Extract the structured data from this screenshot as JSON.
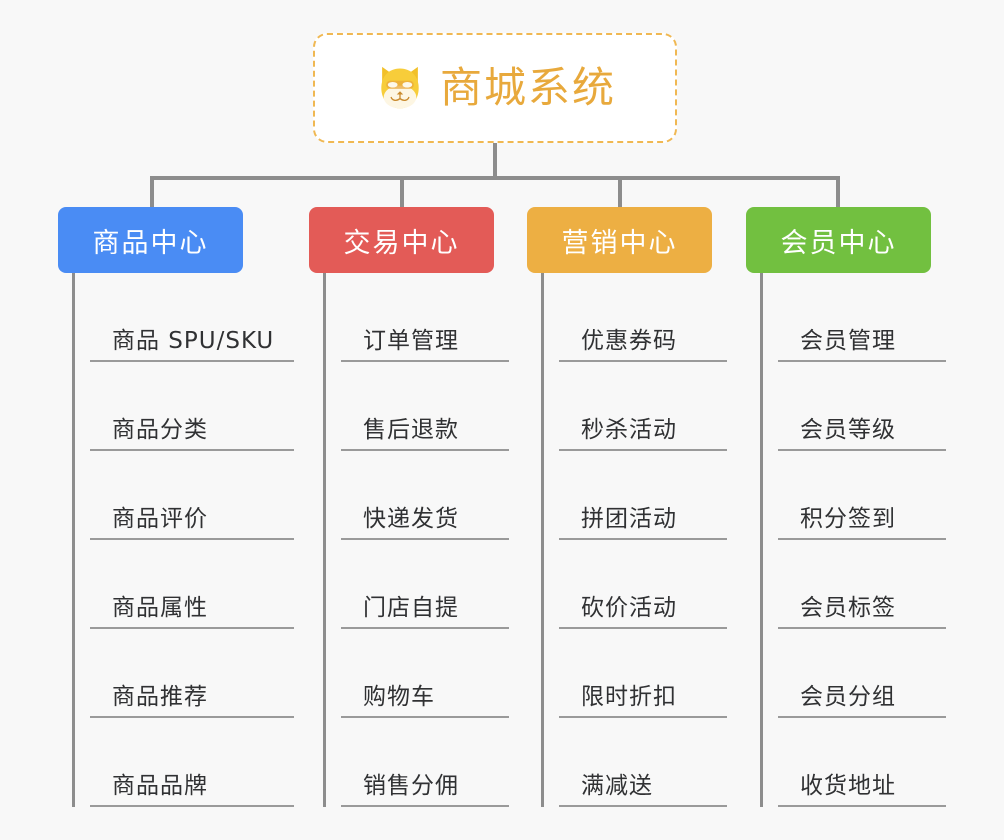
{
  "theme": {
    "background": "#f8f8f8",
    "connector_color": "#8d8d8d",
    "leaf_rule_color": "#9a9a9a",
    "leaf_text_color": "#303133",
    "root_border_color": "#f0b852",
    "root_title_color": "#e8a93c"
  },
  "root": {
    "title": "商城系统",
    "icon": "dog-face-emoji"
  },
  "columns": [
    {
      "title": "商品中心",
      "color": "#4a8cf4",
      "items": [
        {
          "label": "商品 SPU/SKU"
        },
        {
          "label": "商品分类"
        },
        {
          "label": "商品评价"
        },
        {
          "label": "商品属性"
        },
        {
          "label": "商品推荐"
        },
        {
          "label": "商品品牌"
        }
      ]
    },
    {
      "title": "交易中心",
      "color": "#e35b57",
      "items": [
        {
          "label": "订单管理"
        },
        {
          "label": "售后退款"
        },
        {
          "label": "快递发货"
        },
        {
          "label": "门店自提"
        },
        {
          "label": "购物车"
        },
        {
          "label": "销售分佣"
        }
      ]
    },
    {
      "title": "营销中心",
      "color": "#edaf43",
      "items": [
        {
          "label": "优惠券码"
        },
        {
          "label": "秒杀活动"
        },
        {
          "label": "拼团活动"
        },
        {
          "label": "砍价活动"
        },
        {
          "label": "限时折扣"
        },
        {
          "label": "满减送"
        }
      ]
    },
    {
      "title": "会员中心",
      "color": "#72c040",
      "items": [
        {
          "label": "会员管理"
        },
        {
          "label": "会员等级"
        },
        {
          "label": "积分签到"
        },
        {
          "label": "会员标签"
        },
        {
          "label": "会员分组"
        },
        {
          "label": "收货地址"
        }
      ]
    }
  ]
}
